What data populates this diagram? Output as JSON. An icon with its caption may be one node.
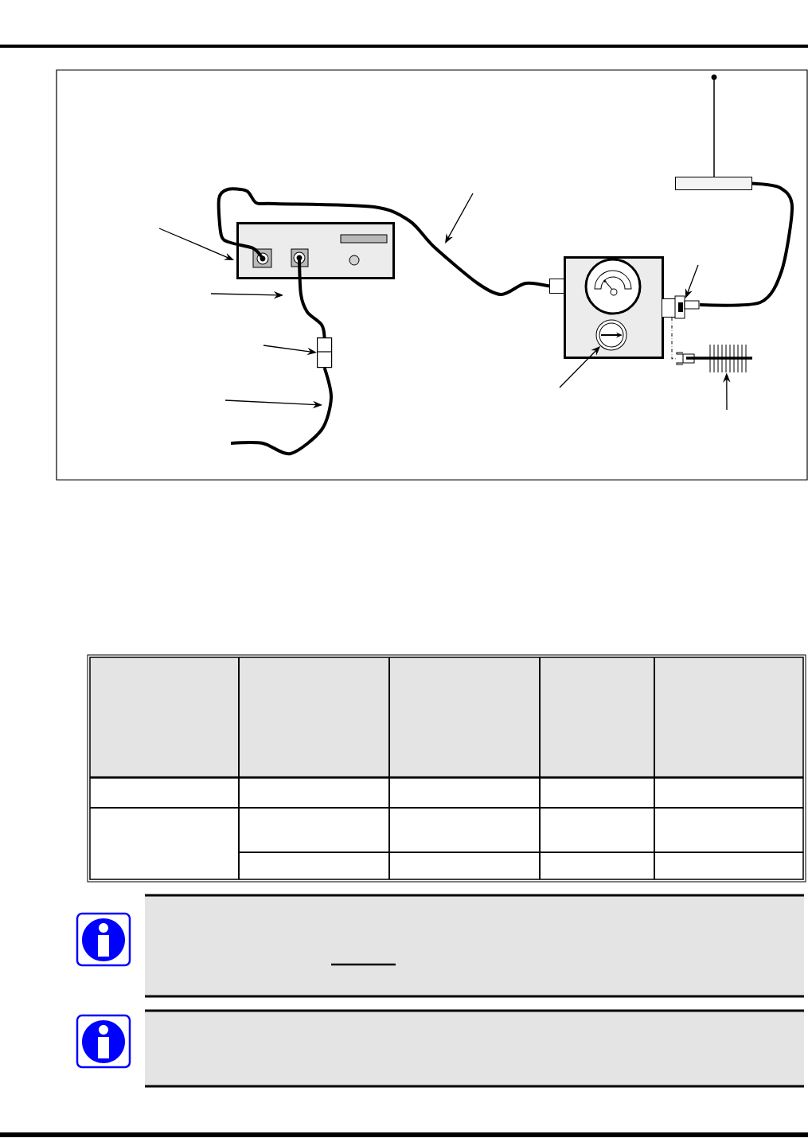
{
  "diagram": {
    "nodes": [
      {
        "text": [],
        "shape": "box"
      },
      {
        "text": [],
        "shape": "box"
      },
      {
        "text": [],
        "shape": "bar"
      },
      {
        "text": [],
        "shape": "picture"
      },
      {
        "text": [],
        "shape": "box"
      },
      {
        "text": [],
        "shape": "circle",
        "in": 1
      },
      {
        "text": [],
        "shape": "box"
      },
      {
        "text": [],
        "shape": "box"
      }
    ],
    "edges": [
      {
        "from": 0,
        "to": 7,
        "arrow": "none",
        "style": "thick"
      },
      {
        "from": 6,
        "to": 2,
        "arrow": "none",
        "style": "thick"
      },
      {
        "from": 0,
        "to": 4,
        "arrow": "none",
        "style": "thick"
      },
      {
        "from": 4,
        "to": null,
        "arrow": "none",
        "style": "thick"
      },
      {
        "from": 6,
        "to": 3,
        "arrow": "none",
        "style": "dashed"
      },
      {
        "from": null,
        "to": 0,
        "arrow": "to"
      },
      {
        "from": null,
        "to": 4,
        "arrow": "to"
      },
      {
        "from": null,
        "to": 5,
        "arrow": "to"
      },
      {
        "from": null,
        "to": 3,
        "arrow": "to"
      },
      {
        "from": null,
        "to": 6,
        "arrow": "to"
      }
    ]
  }
}
